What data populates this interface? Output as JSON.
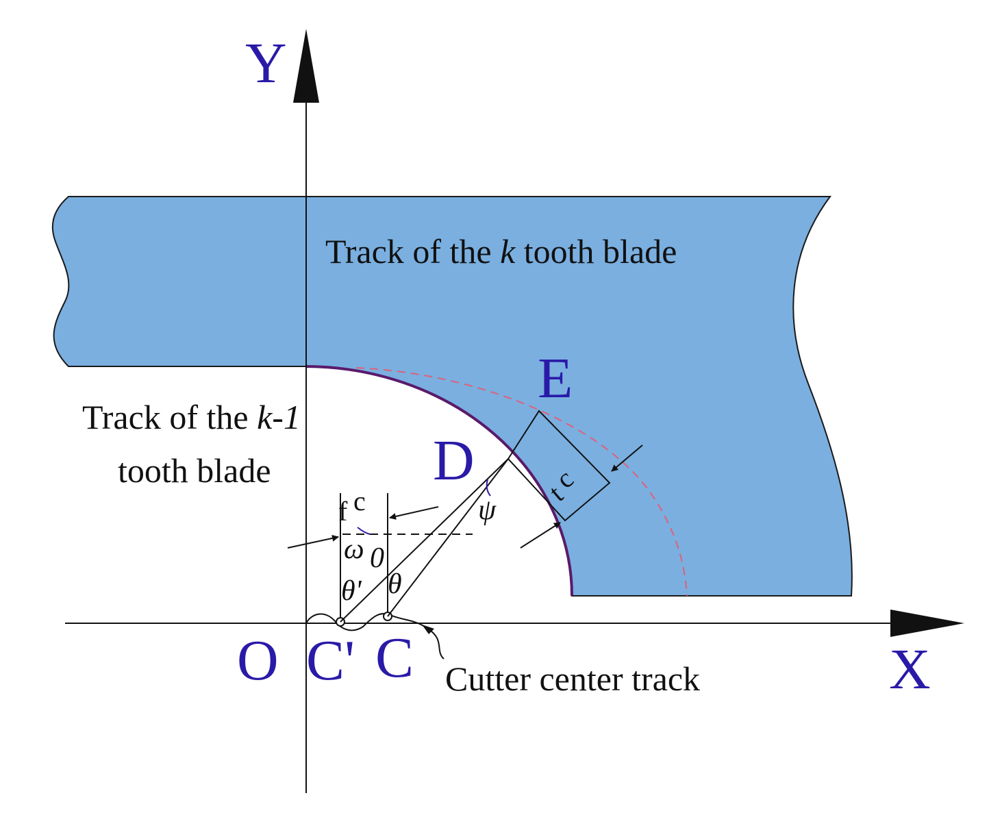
{
  "colors": {
    "blade_fill": "#7aafe0",
    "blade_outline": "#1a1a1a",
    "arc_solid": "#5a1a6a",
    "arc_dashed": "#e0607a",
    "point_label": "#2a1aa8",
    "text": "#111111"
  },
  "axes": {
    "x_label": "X",
    "y_label": "Y"
  },
  "points": {
    "origin": "O",
    "c_prime": "C'",
    "c": "C",
    "d": "D",
    "e": "E"
  },
  "regions": {
    "k_track": {
      "prefix": "Track of the ",
      "var": "k",
      "suffix": " tooth blade"
    },
    "k1_track": {
      "prefix": "Track of the ",
      "var": "k",
      "suffix": "-1",
      "line2": "tooth blade"
    }
  },
  "annotations": {
    "cutter_center_track": "Cutter center track",
    "fc_main": "f",
    "fc_sub": "c",
    "tc_main": "t",
    "tc_sub": "c",
    "psi": "ψ",
    "omega_main": "ω",
    "omega_sub": "0",
    "theta_prime": "θ'",
    "theta": "θ"
  }
}
